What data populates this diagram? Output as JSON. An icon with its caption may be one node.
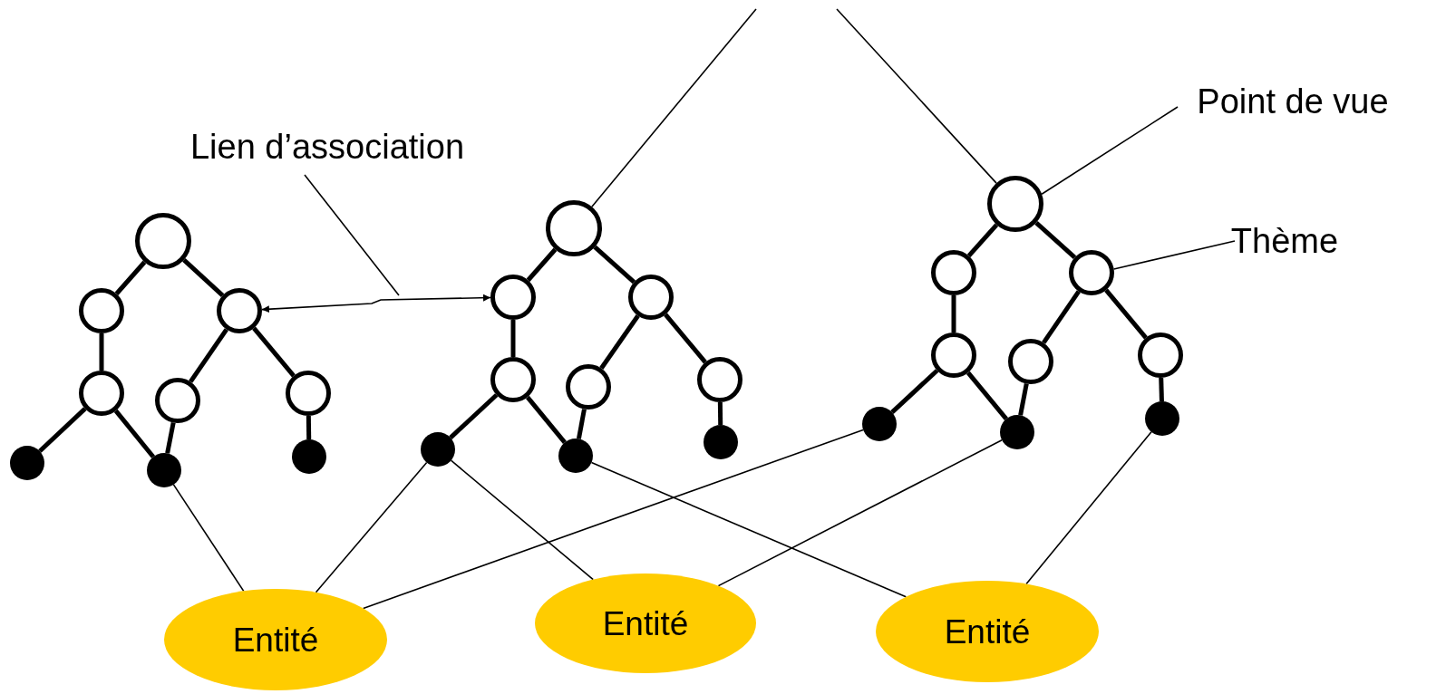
{
  "diagram": {
    "nodes": [
      {
        "text": [
          "Lien d’association"
        ]
      },
      {
        "text": [
          "Point de vue"
        ]
      },
      {
        "text": [
          "Thème"
        ]
      },
      {
        "text": [],
        "shape": "circle"
      },
      {
        "text": [],
        "shape": "circle"
      },
      {
        "text": [],
        "shape": "circle"
      },
      {
        "text": [],
        "shape": "circle"
      },
      {
        "text": [],
        "shape": "circle"
      },
      {
        "text": [],
        "shape": "circle"
      },
      {
        "text": [],
        "shape": "dot"
      },
      {
        "text": [],
        "shape": "dot"
      },
      {
        "text": [],
        "shape": "dot"
      },
      {
        "text": [],
        "shape": "circle"
      },
      {
        "text": [],
        "shape": "circle"
      },
      {
        "text": [],
        "shape": "circle"
      },
      {
        "text": [],
        "shape": "circle"
      },
      {
        "text": [],
        "shape": "circle"
      },
      {
        "text": [],
        "shape": "circle"
      },
      {
        "text": [],
        "shape": "dot"
      },
      {
        "text": [],
        "shape": "dot"
      },
      {
        "text": [],
        "shape": "dot"
      },
      {
        "text": [],
        "shape": "circle"
      },
      {
        "text": [],
        "shape": "circle"
      },
      {
        "text": [],
        "shape": "circle"
      },
      {
        "text": [],
        "shape": "circle"
      },
      {
        "text": [],
        "shape": "circle"
      },
      {
        "text": [],
        "shape": "circle"
      },
      {
        "text": [],
        "shape": "dot"
      },
      {
        "text": [],
        "shape": "dot"
      },
      {
        "text": [],
        "shape": "dot"
      },
      {
        "text": [
          "Entité"
        ]
      },
      {
        "text": [
          "Entité"
        ]
      },
      {
        "text": [
          "Entité"
        ]
      }
    ],
    "edges": [
      {
        "from": 3,
        "to": 4,
        "arrow": "none"
      },
      {
        "from": 3,
        "to": 5,
        "arrow": "none"
      },
      {
        "from": 4,
        "to": 6,
        "arrow": "none"
      },
      {
        "from": 5,
        "to": 7,
        "arrow": "none"
      },
      {
        "from": 5,
        "to": 8,
        "arrow": "none"
      },
      {
        "from": 6,
        "to": 9,
        "arrow": "none"
      },
      {
        "from": 6,
        "to": 10,
        "arrow": "none"
      },
      {
        "from": 7,
        "to": 10,
        "arrow": "none"
      },
      {
        "from": 8,
        "to": 11,
        "arrow": "none"
      },
      {
        "from": 12,
        "to": 13,
        "arrow": "none"
      },
      {
        "from": 12,
        "to": 14,
        "arrow": "none"
      },
      {
        "from": 13,
        "to": 15,
        "arrow": "none"
      },
      {
        "from": 14,
        "to": 16,
        "arrow": "none"
      },
      {
        "from": 14,
        "to": 17,
        "arrow": "none"
      },
      {
        "from": 15,
        "to": 18,
        "arrow": "none"
      },
      {
        "from": 15,
        "to": 19,
        "arrow": "none"
      },
      {
        "from": 16,
        "to": 19,
        "arrow": "none"
      },
      {
        "from": 17,
        "to": 20,
        "arrow": "none"
      },
      {
        "from": 21,
        "to": 22,
        "arrow": "none"
      },
      {
        "from": 21,
        "to": 23,
        "arrow": "none"
      },
      {
        "from": 22,
        "to": 24,
        "arrow": "none"
      },
      {
        "from": 23,
        "to": 25,
        "arrow": "none"
      },
      {
        "from": 23,
        "to": 26,
        "arrow": "none"
      },
      {
        "from": 24,
        "to": 27,
        "arrow": "none"
      },
      {
        "from": 24,
        "to": 28,
        "arrow": "none"
      },
      {
        "from": 25,
        "to": 28,
        "arrow": "none"
      },
      {
        "from": 26,
        "to": 29,
        "arrow": "none"
      },
      {
        "from": 5,
        "to": 13,
        "arrow": "both"
      },
      {
        "from": 0,
        "to": null,
        "arrow": "none"
      },
      {
        "from": 1,
        "to": 21,
        "arrow": "none"
      },
      {
        "from": 2,
        "to": 23,
        "arrow": "none"
      },
      {
        "from": null,
        "to": 12,
        "arrow": "none"
      },
      {
        "from": null,
        "to": 21,
        "arrow": "none"
      },
      {
        "from": 10,
        "to": 30,
        "arrow": "none"
      },
      {
        "from": 18,
        "to": 30,
        "arrow": "none"
      },
      {
        "from": 27,
        "to": 30,
        "arrow": "none"
      },
      {
        "from": 18,
        "to": 31,
        "arrow": "none"
      },
      {
        "from": 28,
        "to": 31,
        "arrow": "none"
      },
      {
        "from": 19,
        "to": 32,
        "arrow": "none"
      },
      {
        "from": 29,
        "to": 32,
        "arrow": "none"
      }
    ]
  }
}
